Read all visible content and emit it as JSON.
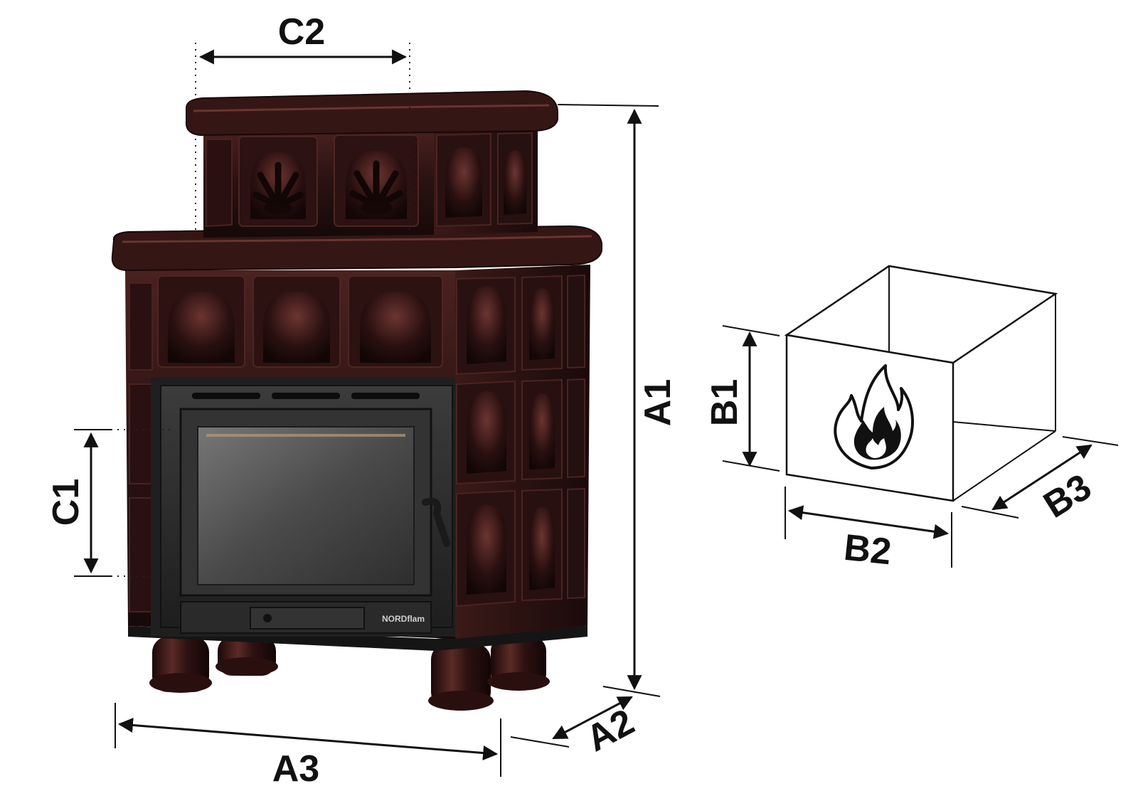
{
  "diagram": {
    "labels": {
      "a1": "A1",
      "a2": "A2",
      "a3": "A3",
      "b1": "B1",
      "b2": "B2",
      "b3": "B3",
      "c1": "C1",
      "c2": "C2"
    },
    "brand_plate": "NORDflam",
    "colors": {
      "tile": "#2b1414",
      "tile_highlight": "#5a2e2a",
      "metal": "#2a2a2a",
      "glass": "#5a5a5a",
      "line": "#111111"
    }
  }
}
